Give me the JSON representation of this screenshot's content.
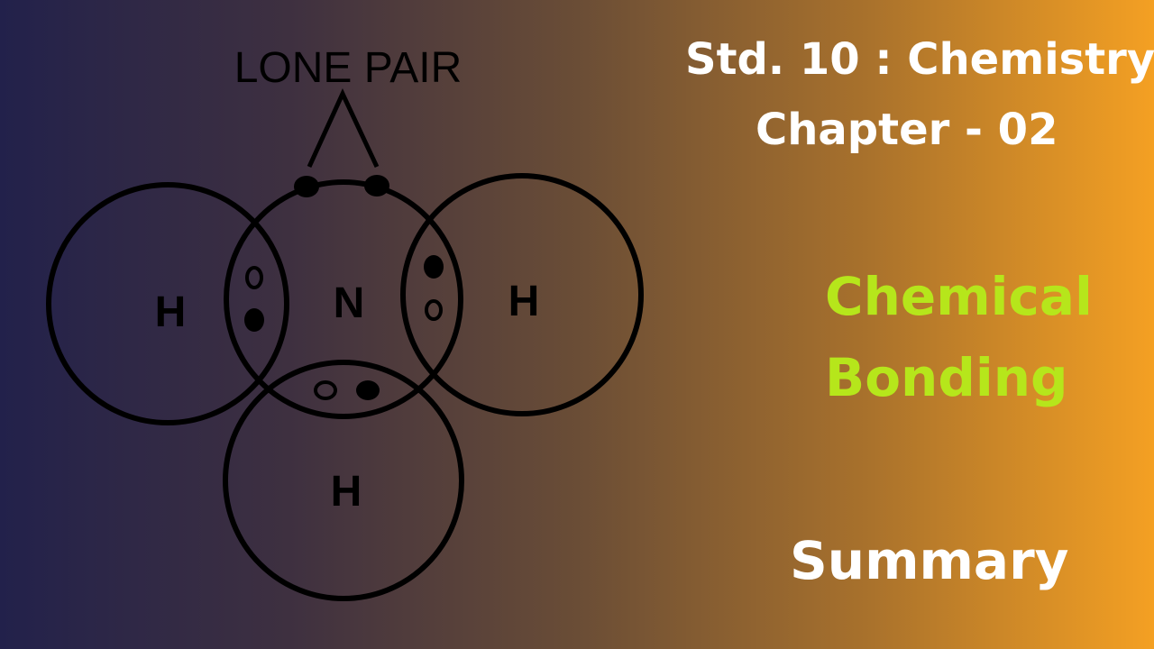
{
  "header": {
    "line1": "Std. 10 : Chemistry",
    "line2": "Chapter - 02"
  },
  "topic": {
    "line1": "Chemical",
    "line2": "Bonding"
  },
  "footer": {
    "label": "Summary"
  },
  "diagram": {
    "label": "LONE PAIR",
    "atoms": {
      "center": "N",
      "left": "H",
      "right": "H",
      "bottom": "H"
    }
  },
  "colors": {
    "gradient_start": "#22214b",
    "gradient_end": "#f4a023",
    "topic": "#b6e61b",
    "text": "#ffffff"
  }
}
